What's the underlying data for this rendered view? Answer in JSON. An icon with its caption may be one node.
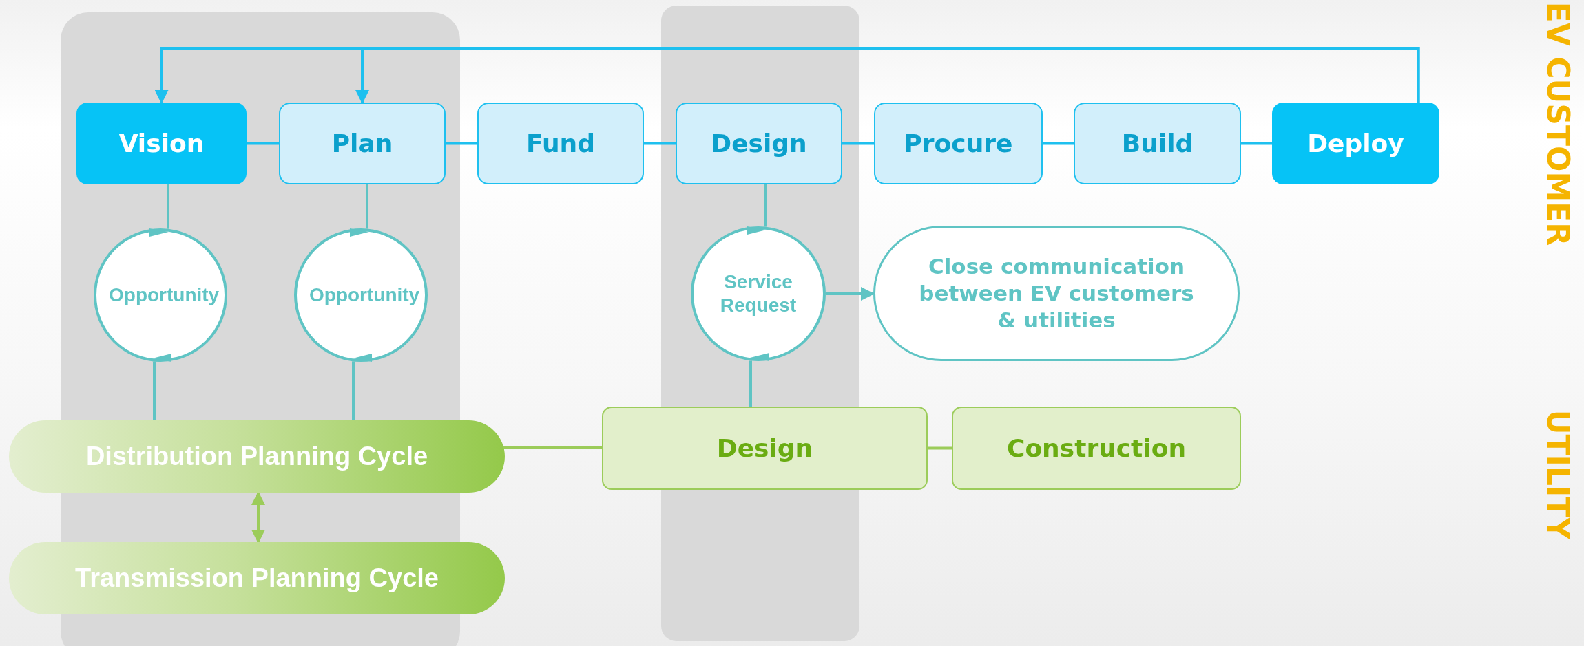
{
  "diagram": {
    "nodes": [
      {
        "text": [
          "Vision"
        ]
      },
      {
        "text": [
          "Plan"
        ]
      },
      {
        "text": [
          "Fund"
        ]
      },
      {
        "text": [
          "Design"
        ]
      },
      {
        "text": [
          "Procure"
        ]
      },
      {
        "text": [
          "Build"
        ]
      },
      {
        "text": [
          "Deploy"
        ]
      },
      {
        "text": [
          "Opportunity"
        ]
      },
      {
        "text": [
          "Opportunity"
        ]
      },
      {
        "text": [
          "Service Request"
        ]
      },
      {
        "text": [
          "Close communication between EV customers & utilities"
        ]
      },
      {
        "text": [
          "Distribution Planning Cycle"
        ]
      },
      {
        "text": [
          "Design"
        ]
      },
      {
        "text": [
          "Construction"
        ]
      },
      {
        "text": [
          "Transmission Planning Cycle"
        ]
      }
    ],
    "edges": [
      {
        "from": 0,
        "to": 1,
        "arrow": "none"
      },
      {
        "from": 1,
        "to": 2,
        "arrow": "none"
      },
      {
        "from": 2,
        "to": 3,
        "arrow": "none"
      },
      {
        "from": 3,
        "to": 4,
        "arrow": "none"
      },
      {
        "from": 4,
        "to": 5,
        "arrow": "none"
      },
      {
        "from": 5,
        "to": 6,
        "arrow": "none"
      },
      {
        "from": 6,
        "to": 0,
        "arrow": "to"
      },
      {
        "from": 6,
        "to": 1,
        "arrow": "to"
      },
      {
        "from": 0,
        "to": 7,
        "arrow": "none",
        "color": "#5fc4c4"
      },
      {
        "from": 7,
        "to": 11,
        "arrow": "none",
        "color": "#5fc4c4"
      },
      {
        "from": 1,
        "to": 8,
        "arrow": "none",
        "color": "#5fc4c4"
      },
      {
        "from": 8,
        "to": 11,
        "arrow": "none",
        "color": "#5fc4c4"
      },
      {
        "from": 3,
        "to": 9,
        "arrow": "none",
        "color": "#5fc4c4"
      },
      {
        "from": 9,
        "to": 12,
        "arrow": "none",
        "color": "#5fc4c4"
      },
      {
        "from": 9,
        "to": 10,
        "arrow": "to",
        "color": "#5fc4c4"
      },
      {
        "from": 11,
        "to": 12,
        "arrow": "none",
        "color": "#9ccc5a"
      },
      {
        "from": 11,
        "to": 14,
        "arrow": "both",
        "color": "#9ccc5a"
      },
      {
        "from": 12,
        "to": 13,
        "arrow": "none",
        "color": "#9ccc5a"
      }
    ],
    "labels": [
      "EV CUSTOMER",
      "UTILITY"
    ]
  }
}
